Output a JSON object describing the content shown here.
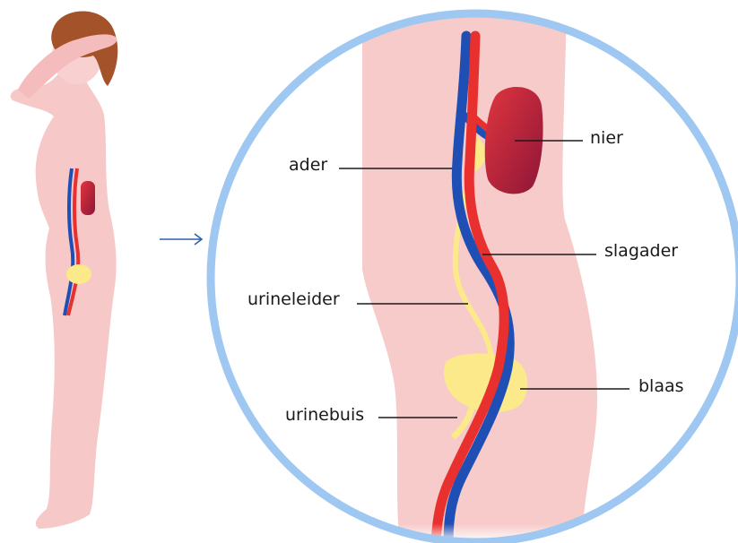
{
  "labels": {
    "nier": "nier",
    "ader": "ader",
    "slagader": "slagader",
    "urineleider": "urineleider",
    "blaas": "blaas",
    "urinebuis": "urinebuis"
  },
  "colors": {
    "skin": "#f6c9c8",
    "skin_light": "#f9d7d6",
    "hair": "#a3522a",
    "kidney": "#b51c3c",
    "vein": "#1f4fb5",
    "artery": "#e8312f",
    "urine": "#fbe98a",
    "circle_border": "#9ec8f2",
    "pointer_arrow": "#2c5fb0"
  },
  "icons": {
    "pointer": "arrow-right-icon"
  }
}
